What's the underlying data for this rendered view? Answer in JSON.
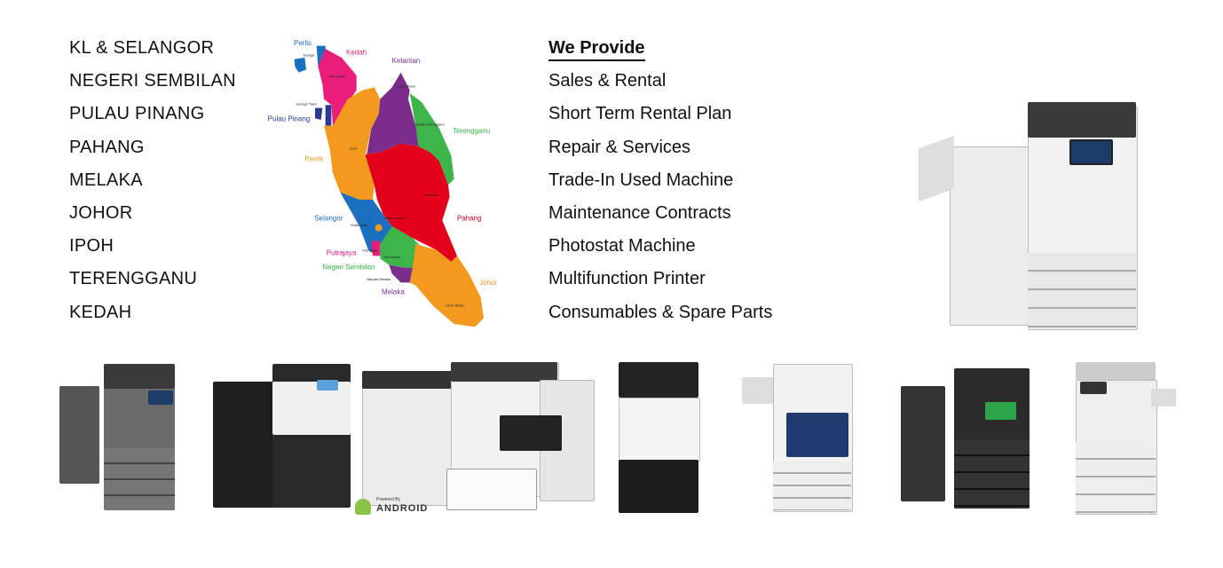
{
  "regions": [
    "KL & SELANGOR",
    "NEGERI SEMBILAN",
    "PULAU PINANG",
    "PAHANG",
    "MELAKA",
    "JOHOR",
    "IPOH",
    "TERENGGANU",
    "KEDAH"
  ],
  "services": {
    "heading": "We Provide",
    "items": [
      "Sales & Rental",
      "Short Term Rental Plan",
      "Repair & Services",
      "Trade-In Used Machine",
      "Maintenance Contracts",
      "Photostat Machine",
      "Multifunction Printer",
      "Consumables & Spare Parts"
    ]
  },
  "map": {
    "states": {
      "perlis": "Perlis",
      "kedah": "Kedah",
      "kelantan": "Kelantan",
      "pulau_pinang": "Pulau Pinang",
      "terengganu": "Terengganu",
      "perak": "Perak",
      "pahang": "Pahang",
      "selangor": "Selangor",
      "putrajaya": "Putrajaya",
      "negeri_sembilan": "Negeri Sembilan",
      "melaka": "Melaka",
      "johor": "Johor"
    },
    "cities": {
      "kangar": "Kangar",
      "alor_setar": "Alor Setar",
      "george_town": "George Town",
      "kota_bharu": "Kota Bharu",
      "kuala_terengganu": "Kuala Terengganu",
      "ipoh": "Ipoh",
      "kuantan": "Kuantan",
      "kuala_lumpur": "Kuala Lumpur",
      "shah_alam": "Shah Alam",
      "putrajaya": "Putrajaya",
      "seremban": "Seremban",
      "bandar_melaka": "Bandar Melaka",
      "johor_bahru": "Johor Bahru"
    },
    "colors": {
      "perlis": "#1a6fbf",
      "kedah": "#e91e7a",
      "pulau_pinang": "#2b3a8f",
      "perak": "#f39a1e",
      "kelantan": "#7b2d8e",
      "terengganu": "#3db54a",
      "pahang": "#e2001a",
      "selangor": "#1a6fbf",
      "putrajaya": "#e91e7a",
      "negeri_sembilan": "#3db54a",
      "melaka": "#7b2d8e",
      "johor": "#f39a1e"
    }
  },
  "android_badge": {
    "powered_by": "Powered By",
    "brand": "ANDROID"
  }
}
